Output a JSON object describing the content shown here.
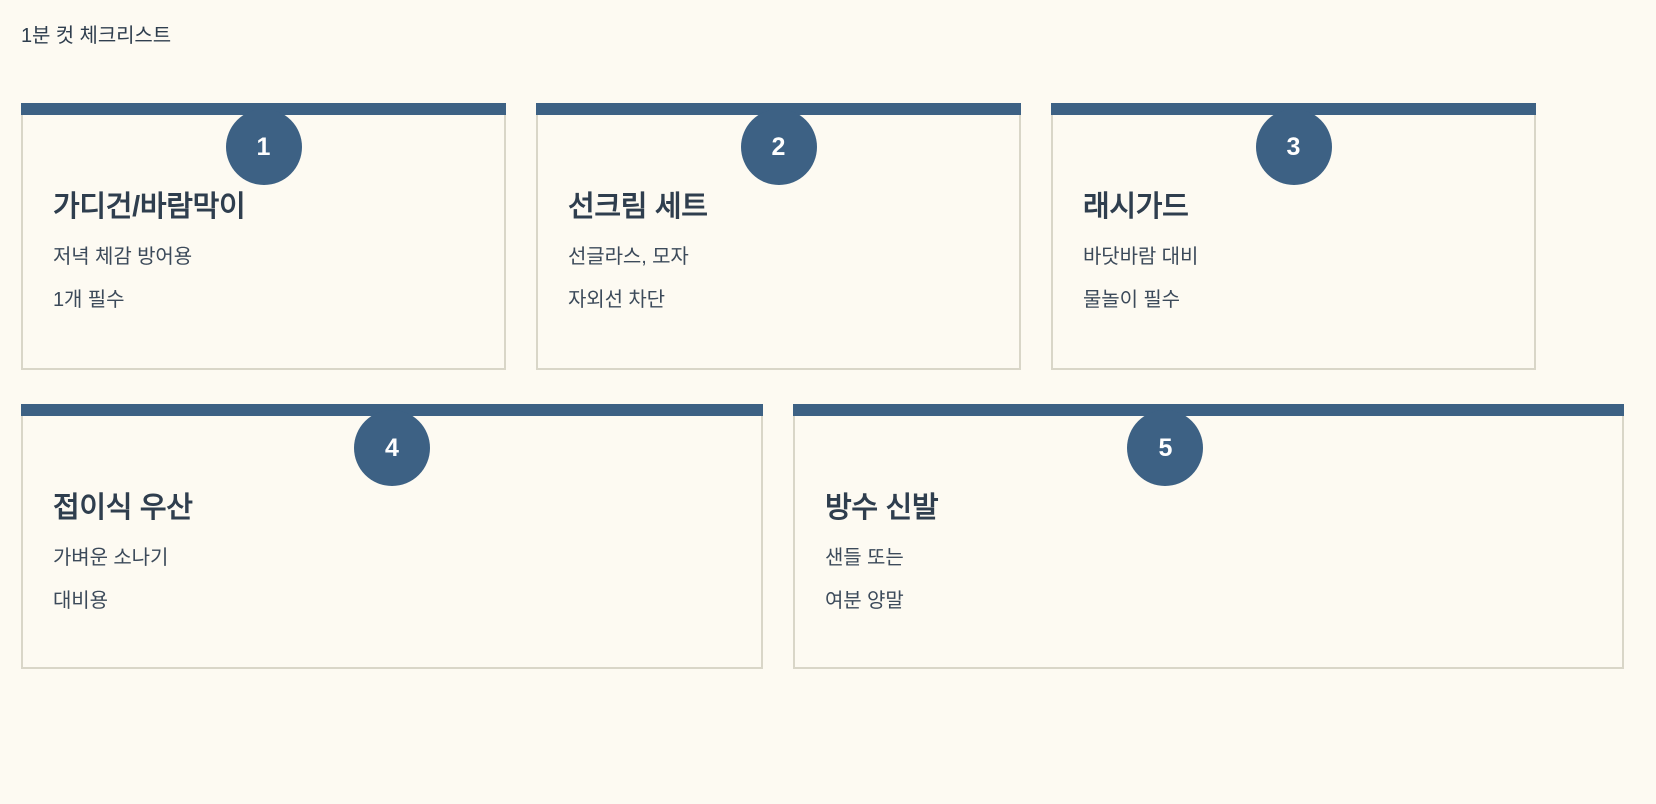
{
  "page": {
    "title": "1분 컷 체크리스트",
    "background_color": "#fdfaf2",
    "accent_color": "#3d6184",
    "border_color": "#d9d6c8",
    "text_color": "#2f3e4e"
  },
  "checklist": {
    "rows": [
      {
        "items": [
          {
            "number": "1",
            "title": "가디건/바람막이",
            "lines": [
              "저녁 체감 방어용",
              "1개 필수"
            ]
          },
          {
            "number": "2",
            "title": "선크림 세트",
            "lines": [
              "선글라스, 모자",
              "자외선 차단"
            ]
          },
          {
            "number": "3",
            "title": "래시가드",
            "lines": [
              "바닷바람 대비",
              "물놀이 필수"
            ]
          }
        ]
      },
      {
        "items": [
          {
            "number": "4",
            "title": "접이식 우산",
            "lines": [
              "가벼운 소나기",
              "대비용"
            ]
          },
          {
            "number": "5",
            "title": "방수 신발",
            "lines": [
              "샌들 또는",
              "여분 양말"
            ]
          }
        ]
      }
    ]
  }
}
